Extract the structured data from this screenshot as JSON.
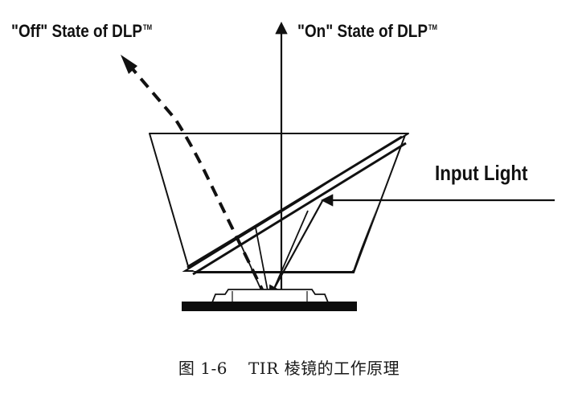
{
  "labels": {
    "off_state": "\"Off\" State of DLP",
    "on_state": "\"On\" State of DLP",
    "trademark": "TM",
    "input_light": "Input Light"
  },
  "caption": {
    "figure_number": "图 1-6",
    "title": "TIR 棱镜的工作原理"
  },
  "colors": {
    "ink": "#111111",
    "prism_face": "#ffffff",
    "substrate": "#0d0d0d"
  }
}
